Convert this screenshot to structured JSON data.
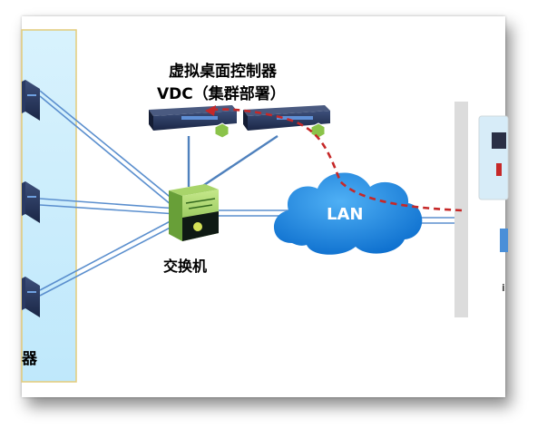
{
  "diagram": {
    "vdc_title_line1": "虚拟桌面控制器",
    "vdc_title_line2": "VDC（集群部署）",
    "switch_label": "交换机",
    "lan_label": "LAN",
    "server_group_label": "器",
    "right_edge_label": "i"
  },
  "colors": {
    "panel_fill": "#c9ecfb",
    "panel_border": "#e3cc7a",
    "link_line": "#4f81bd",
    "cloud": "#1e88e5",
    "switch": "#8bc34a",
    "dashed_path": "#c62828",
    "server": "#1f2f55"
  }
}
